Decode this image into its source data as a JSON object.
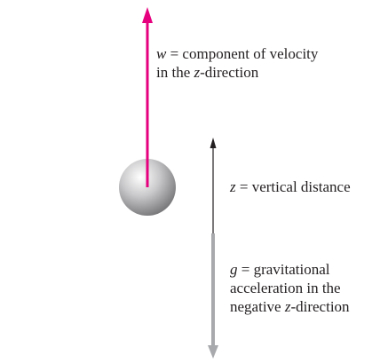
{
  "velocity_label": {
    "symbol": "w",
    "line1_rest": " = component of velocity",
    "line2_prefix": "in the ",
    "line2_var": "z",
    "line2_suffix": "-direction"
  },
  "distance_label": {
    "symbol": "z",
    "rest": " = vertical distance"
  },
  "gravity_label": {
    "symbol": "g",
    "line1_rest": " = gravitational",
    "line2": "acceleration in the",
    "line3_prefix": "negative ",
    "line3_var": "z",
    "line3_suffix": "-direction"
  },
  "colors": {
    "velocity_arrow": "#e6007e",
    "distance_arrow": "#231f20",
    "gravity_arrow": "#a7a9ac",
    "sphere_highlight": "#ffffff",
    "sphere_shadow": "#7a7a7a"
  }
}
